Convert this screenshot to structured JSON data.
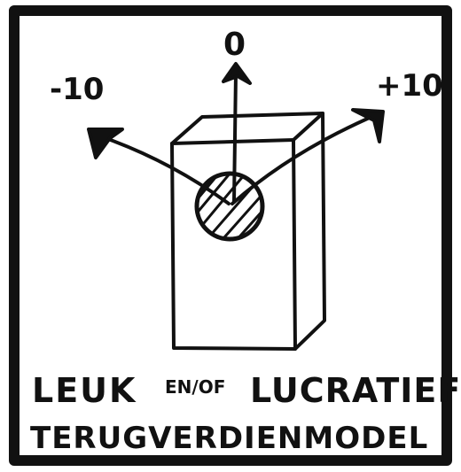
{
  "colors": {
    "ink": "#111111",
    "paper": "#ffffff"
  },
  "scale": {
    "left_label": "-10",
    "center_label": "0",
    "right_label": "+10"
  },
  "caption": {
    "word_1": "LEUK",
    "connector": "EN/OF",
    "word_2": "LUCRATIEF",
    "line_2": "TERUGVERDIENMODEL"
  },
  "icons": [
    "frame-border",
    "box-drawing",
    "dial-knob",
    "arrow-up",
    "arrow-left",
    "arrow-right"
  ]
}
